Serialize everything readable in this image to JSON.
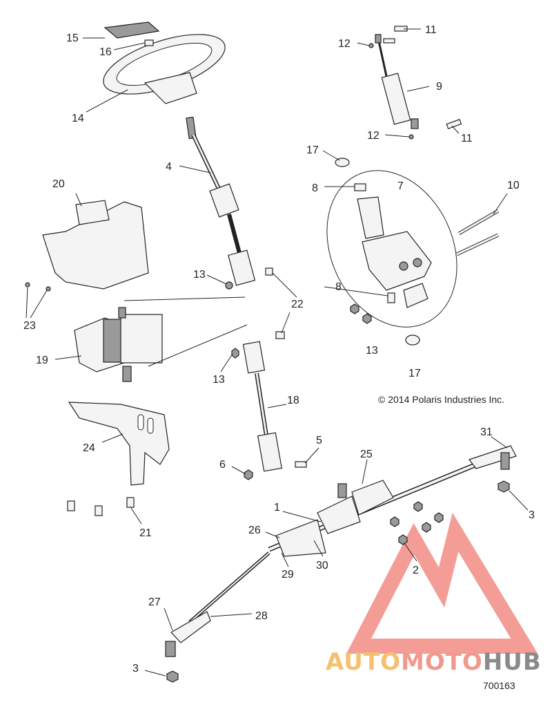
{
  "copyright": "© 2014 Polaris Industries Inc.",
  "diagram_number": "700163",
  "logo": {
    "part1": "AUTO",
    "part2": "MOTO",
    "part3": "HUB"
  },
  "callouts": [
    "1",
    "2",
    "3",
    "3",
    "4",
    "5",
    "6",
    "7",
    "8",
    "8",
    "9",
    "10",
    "11",
    "11",
    "12",
    "12",
    "13",
    "13",
    "13",
    "14",
    "15",
    "16",
    "17",
    "17",
    "18",
    "19",
    "20",
    "21",
    "22",
    "23",
    "24",
    "25",
    "26",
    "27",
    "28",
    "29",
    "30",
    "31"
  ],
  "colors": {
    "logo_triangle": "#f07c74",
    "logo_auto": "#f6c06e",
    "logo_moto": "#f09a8e",
    "logo_hub": "#8a8a8a"
  }
}
